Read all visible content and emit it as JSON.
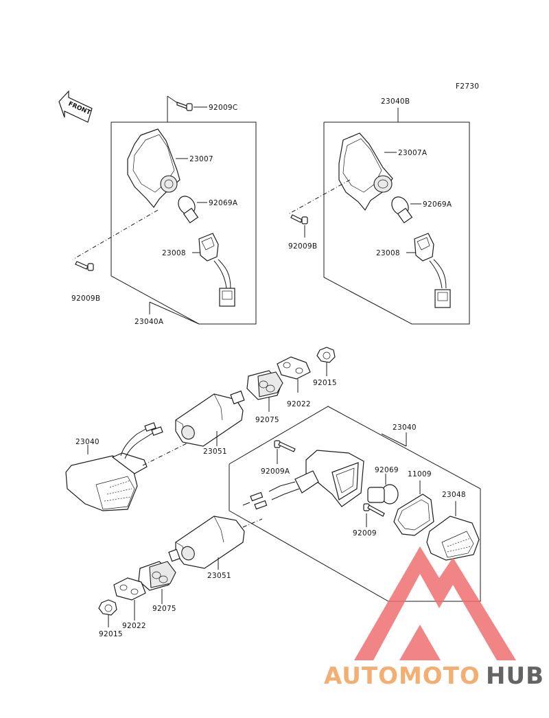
{
  "figure_code": "F2730",
  "front_marker": "FRONT",
  "callouts": {
    "p92009C": "92009C",
    "p23007": "23007",
    "p92069A_left": "92069A",
    "p23008_left": "23008",
    "p92009B_left": "92009B",
    "p23040A": "23040A",
    "p23040B": "23040B",
    "p23007A": "23007A",
    "p92069A_right": "92069A",
    "p92009B_right": "92009B",
    "p23008_right": "23008",
    "p92015_top": "92015",
    "p92022_top": "92022",
    "p92075_top": "92075",
    "p23040_right": "23040",
    "p23040_left": "23040",
    "p23051_top": "23051",
    "p92009A": "92009A",
    "p92069": "92069",
    "p11009": "11009",
    "p23048": "23048",
    "p92009": "92009",
    "p23051_bottom": "23051",
    "p92075_bottom": "92075",
    "p92022_bottom": "92022",
    "p92015_bottom": "92015"
  },
  "watermark": {
    "word_part1": "AUTOMOTO",
    "word_part2": "HUB",
    "color_primary": "#f2a05a",
    "color_logo": "#ef6f6f",
    "color_secondary": "#4a4a4a"
  }
}
